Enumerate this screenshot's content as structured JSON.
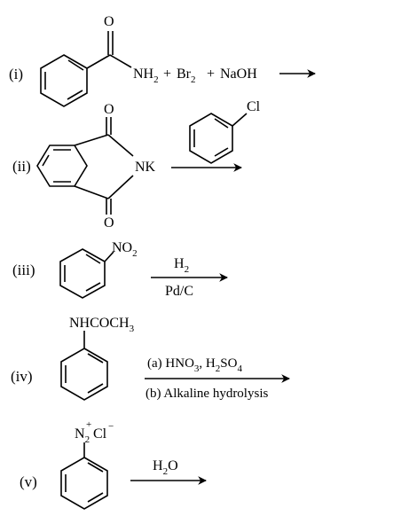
{
  "reactions": [
    {
      "label": "(i)",
      "atoms": {
        "oxygen": "O",
        "amine": "NH",
        "amine_sub": "2"
      },
      "reagents": {
        "br": "Br",
        "br_sub": "2",
        "plus1": "+",
        "plus2": "+",
        "base": "NaOH"
      }
    },
    {
      "label": "(ii)",
      "atoms": {
        "o_top": "O",
        "o_bottom": "O",
        "nk": "NK",
        "cl": "Cl"
      }
    },
    {
      "label": "(iii)",
      "atoms": {
        "no": "NO",
        "no_sub": "2"
      },
      "reagents": {
        "above": "H",
        "above_sub": "2",
        "below": "Pd/C"
      }
    },
    {
      "label": "(iv)",
      "atoms": {
        "group": "NHCOCH",
        "group_sub": "3"
      },
      "reagents": {
        "above_a": "(a) HNO",
        "above_a_sub": "3",
        "above_b": ", H",
        "above_b_sub": "2",
        "above_c": "SO",
        "above_c_sub": "4",
        "below": "(b) Alkaline hydrolysis"
      }
    },
    {
      "label": "(v)",
      "atoms": {
        "n": "N",
        "n_sub": "2",
        "plus": "+",
        "cl": "Cl",
        "minus": "−"
      },
      "reagents": {
        "above": "H",
        "above_sub": "2",
        "above_tail": "O"
      }
    }
  ],
  "structures": {
    "r1": "benzamide",
    "r2_left": "potassium-phthalimide",
    "r2_right": "chlorobenzene",
    "r3": "nitrobenzene",
    "r4": "acetanilide",
    "r5": "benzenediazonium-chloride"
  }
}
